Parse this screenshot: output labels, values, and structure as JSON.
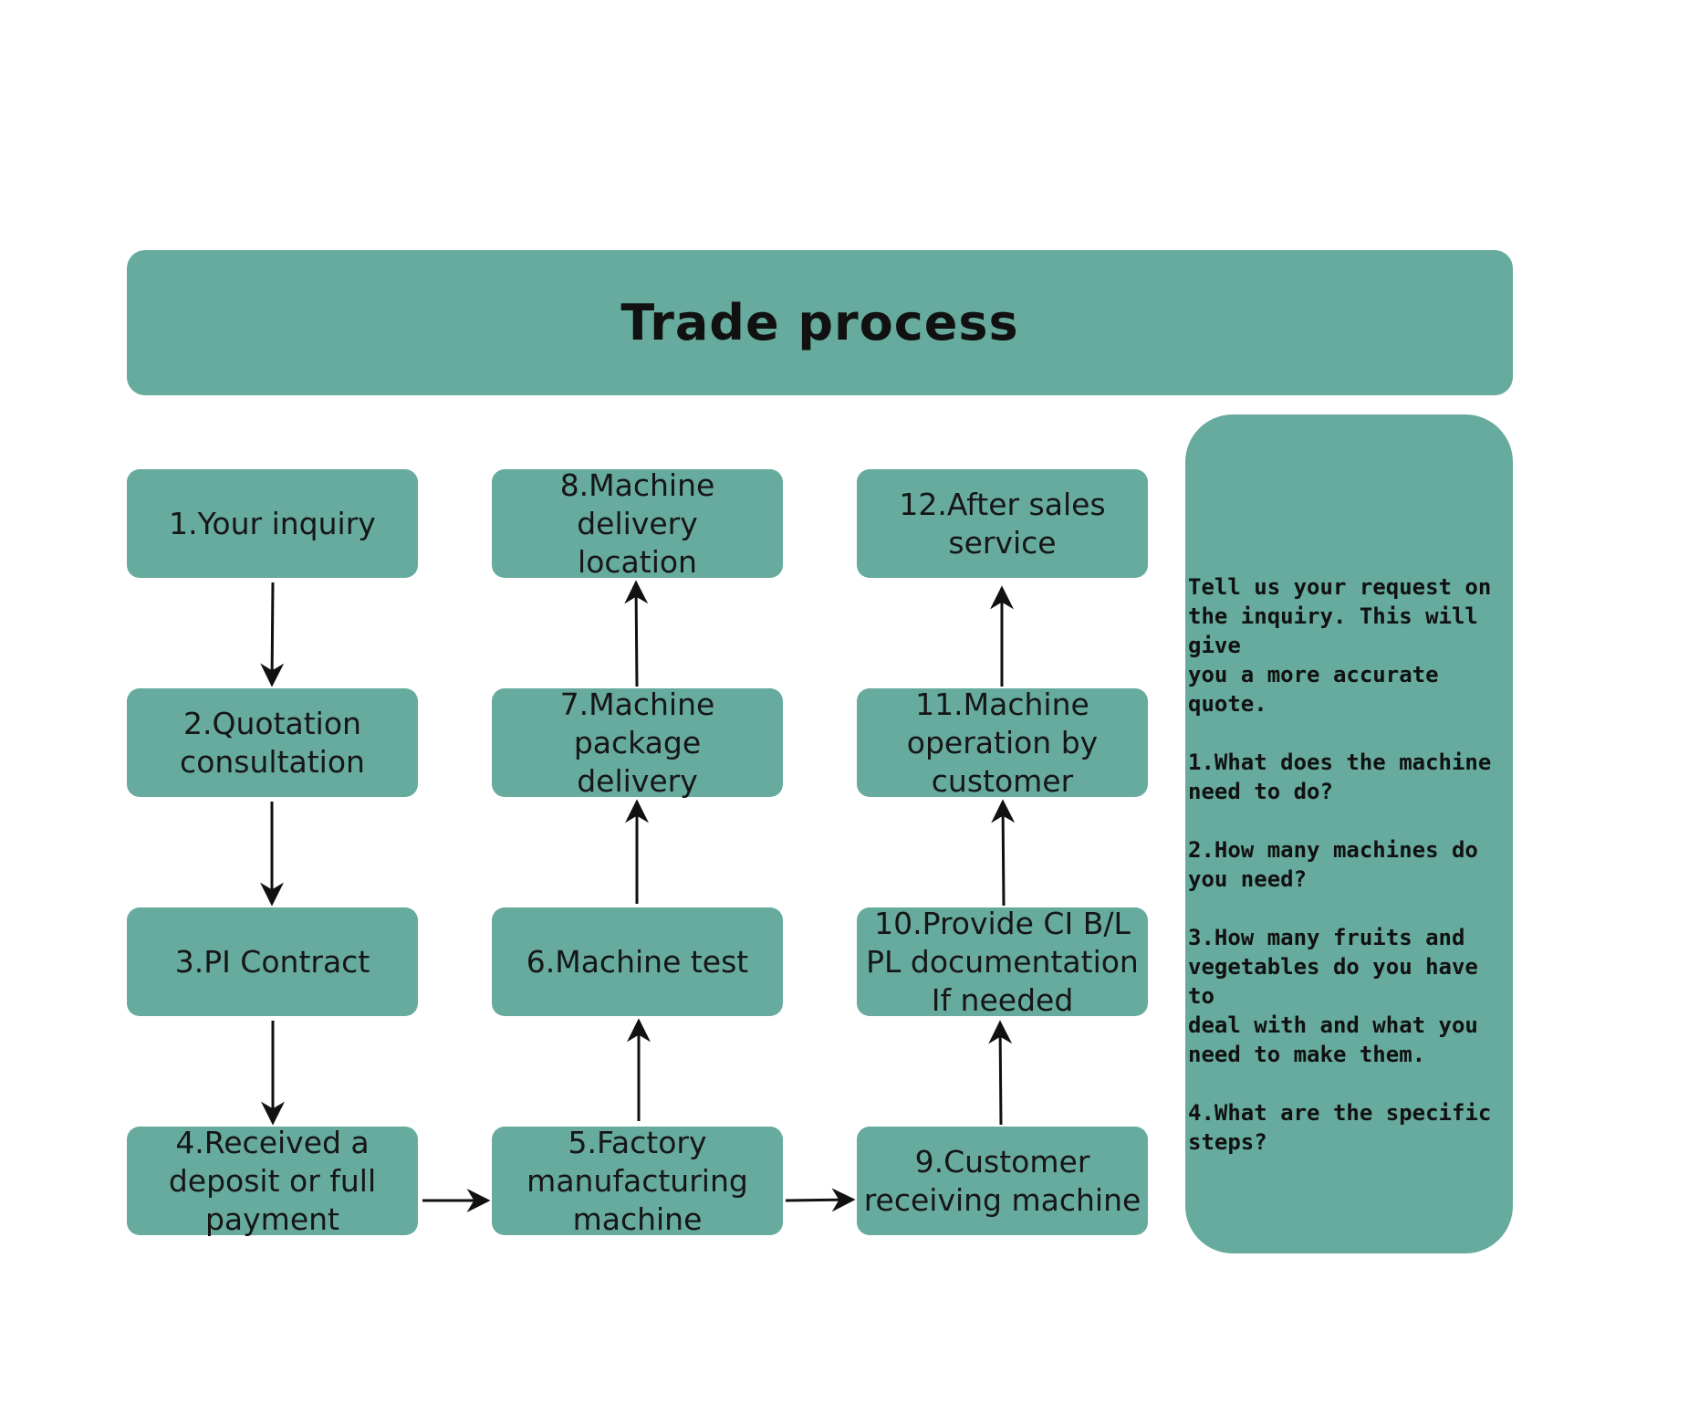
{
  "header": {
    "title": "Trade process"
  },
  "steps": [
    {
      "id": "1",
      "label": "1.Your inquiry"
    },
    {
      "id": "2",
      "label": "2.Quotation\nconsultation"
    },
    {
      "id": "3",
      "label": "3.PI Contract"
    },
    {
      "id": "4",
      "label": "4.Received a\ndeposit or full\npayment"
    },
    {
      "id": "5",
      "label": "5.Factory\nmanufacturing\nmachine"
    },
    {
      "id": "6",
      "label": "6.Machine test"
    },
    {
      "id": "7",
      "label": "7.Machine package\ndelivery"
    },
    {
      "id": "8",
      "label": "8.Machine delivery\nlocation"
    },
    {
      "id": "9",
      "label": "9.Customer\nreceiving machine"
    },
    {
      "id": "10",
      "label": "10.Provide CI B/L\nPL documentation\nIf needed"
    },
    {
      "id": "11",
      "label": "11.Machine\noperation by\ncustomer"
    },
    {
      "id": "12",
      "label": "12.After sales\nservice"
    }
  ],
  "side_panel": {
    "text": "Tell us your request on\nthe inquiry. This will give\nyou a more accurate\nquote.\n\n1.What does the machine\nneed to do?\n\n2.How many machines do\nyou need?\n\n3.How many fruits and\nvegetables do you have to\ndeal with and what you\nneed to make them.\n\n4.What are the specific\nsteps?"
  },
  "colors": {
    "box_fill": "#66ab9d",
    "text": "#161616",
    "arrow": "#111111",
    "background": "#ffffff"
  }
}
